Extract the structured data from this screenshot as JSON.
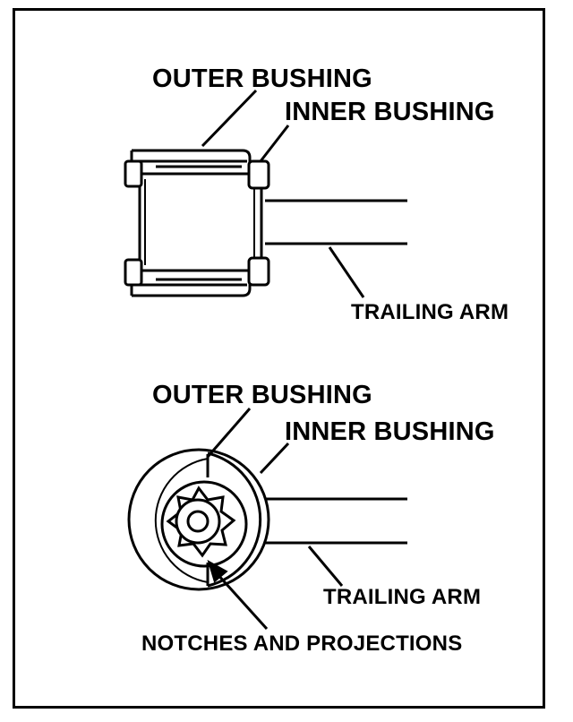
{
  "diagram": {
    "top_view": {
      "outer_bushing_label": "OUTER BUSHING",
      "inner_bushing_label": "INNER BUSHING",
      "trailing_arm_label": "TRAILING ARM"
    },
    "side_view": {
      "outer_bushing_label": "OUTER BUSHING",
      "inner_bushing_label": "INNER BUSHING",
      "trailing_arm_label": "TRAILING ARM",
      "notches_label": "NOTCHES AND PROJECTIONS"
    }
  }
}
